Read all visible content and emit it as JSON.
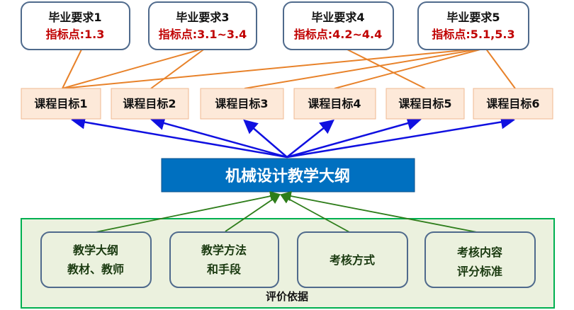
{
  "requirements": [
    {
      "title": "毕业要求1",
      "indicator": "指标点:1.3"
    },
    {
      "title": "毕业要求3",
      "indicator": "指标点:3.1~3.4"
    },
    {
      "title": "毕业要求4",
      "indicator": "指标点:4.2~4.4"
    },
    {
      "title": "毕业要求5",
      "indicator": "指标点:5.1,5.3"
    }
  ],
  "goals": [
    "课程目标1",
    "课程目标2",
    "课程目标3",
    "课程目标4",
    "课程目标5",
    "课程目标6"
  ],
  "main": "机械设计教学大纲",
  "basis": [
    {
      "line1": "教学大纲",
      "line2": "教材、教师"
    },
    {
      "line1": "教学方法",
      "line2": "和手段"
    },
    {
      "line1": "考核方式",
      "line2": ""
    },
    {
      "line1": "考核内容",
      "line2": "评分标准"
    }
  ],
  "basis_label": "评价依据",
  "colors": {
    "orange": "#E8822A",
    "blue": "#1010E0",
    "green": "#2E7D1A",
    "main": "#0070C0",
    "red": "#C00000"
  }
}
